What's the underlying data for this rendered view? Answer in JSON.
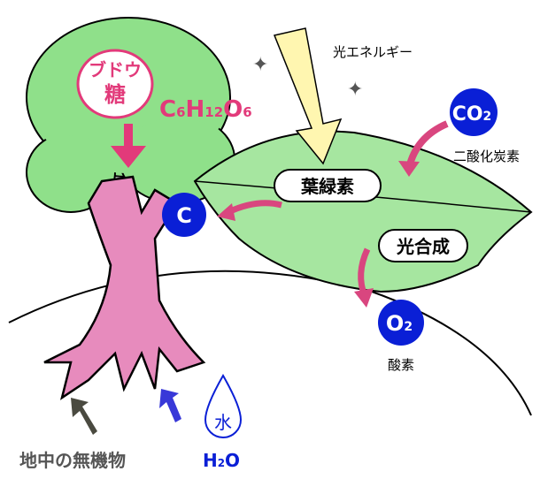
{
  "glucose": {
    "line1": "ブドウ",
    "line2": "糖",
    "formula": [
      "C",
      "6",
      "H",
      "12",
      "O",
      "6"
    ]
  },
  "light_energy": "光エネルギー",
  "co2": {
    "symbol": "CO",
    "sub": "2",
    "label": "二酸化炭素"
  },
  "chlorophyll": "葉緑素",
  "photosynthesis": "光合成",
  "carbon": "C",
  "o2": {
    "symbol": "O",
    "sub": "2",
    "label": "酸素"
  },
  "water": {
    "label": "水",
    "formula": [
      "H",
      "2",
      "O"
    ]
  },
  "minerals": "地中の無機物",
  "colors": {
    "pink": "#e23a7a",
    "blue": "#0a1fd6",
    "leaf": "#9fe09a",
    "tree": "#8fe08a",
    "trunk": "#e78bbd",
    "gray": "#555555"
  }
}
